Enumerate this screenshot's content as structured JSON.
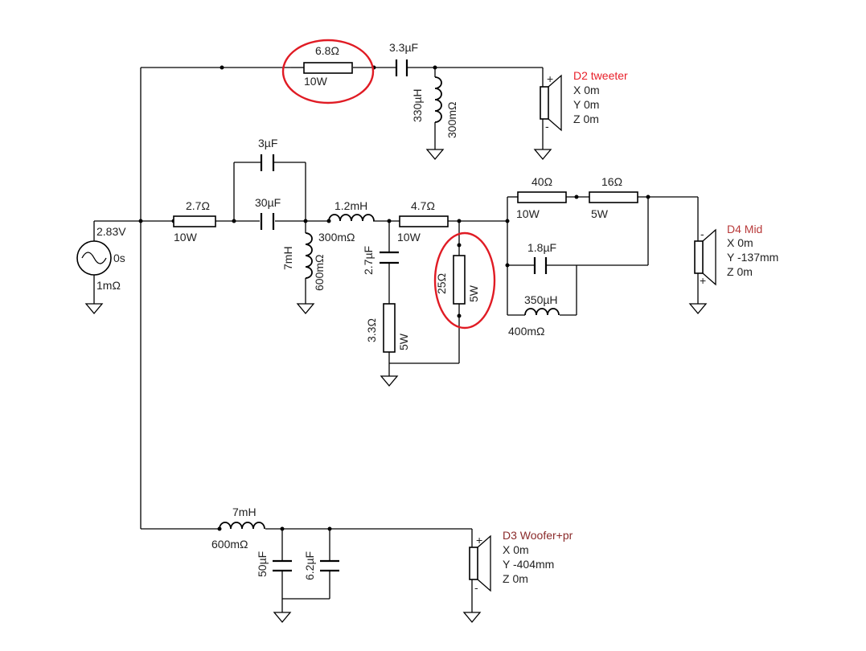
{
  "tweeter_branch": {
    "resistor": {
      "value": "6.8Ω",
      "power": "10W"
    },
    "capacitor": {
      "value": "3.3µF"
    },
    "inductor": {
      "value": "330µH",
      "resistance": "300mΩ"
    },
    "driver": {
      "name": "D2 tweeter",
      "x": "X 0m",
      "y": "Y 0m",
      "z": "Z 0m",
      "plus": "+",
      "minus": "-"
    }
  },
  "mid_branch": {
    "series_resistor": {
      "value": "2.7Ω",
      "power": "10W"
    },
    "bypass_cap_top": {
      "value": "3µF"
    },
    "bypass_cap": {
      "value": "30µF"
    },
    "shunt_inductor": {
      "value": "7mH",
      "resistance": "600mΩ"
    },
    "series_inductor": {
      "value": "1.2mH",
      "resistance": "300mΩ"
    },
    "shunt_cap": {
      "value": "2.7µF"
    },
    "shunt_res": {
      "value": "3.3Ω",
      "power": "5W"
    },
    "series_res2": {
      "value": "4.7Ω",
      "power": "10W"
    },
    "shunt_res2": {
      "value": "25Ω",
      "power": "5W"
    },
    "res_40": {
      "value": "40Ω",
      "power": "10W"
    },
    "res_16": {
      "value": "16Ω",
      "power": "5W"
    },
    "cap_notch": {
      "value": "1.8µF"
    },
    "ind_notch": {
      "value": "350µH",
      "resistance": "400mΩ"
    },
    "driver": {
      "name": "D4 Mid",
      "x": "X 0m",
      "y": "Y -137mm",
      "z": "Z 0m",
      "plus": "+",
      "minus": "-"
    }
  },
  "source": {
    "voltage": "2.83V",
    "delay": "0s",
    "resistance": "1mΩ"
  },
  "woofer_branch": {
    "inductor": {
      "value": "7mH",
      "resistance": "600mΩ"
    },
    "cap1": {
      "value": "50µF"
    },
    "cap2": {
      "value": "6.2µF"
    },
    "driver": {
      "name": "D3 Woofer+pr",
      "x": "X 0m",
      "y": "Y -404mm",
      "z": "Z 0m",
      "plus": "+",
      "minus": "-"
    }
  },
  "colors": {
    "highlight": "#e01b24",
    "tweeter_label": "#e8202a",
    "mid_label": "#b83a3a",
    "woofer_label": "#8a2a2a"
  }
}
